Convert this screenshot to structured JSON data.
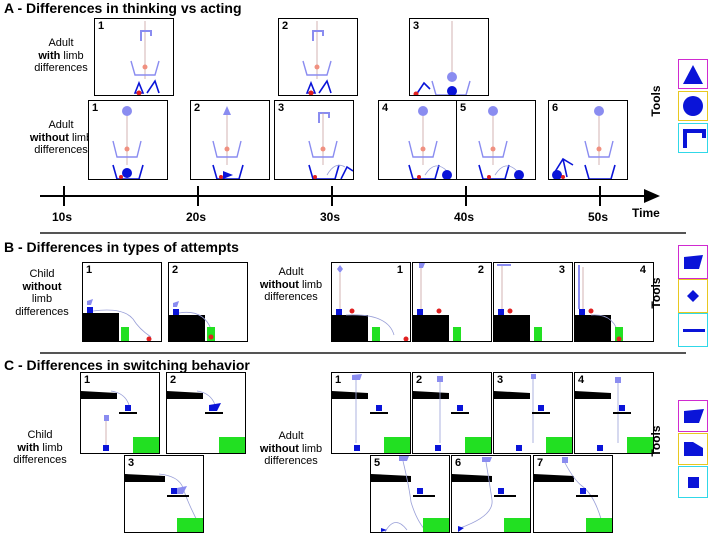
{
  "sections": {
    "a": {
      "title": "A - Differences in thinking vs acting"
    },
    "b": {
      "title": "B - Differences in types of attempts"
    },
    "c": {
      "title": "C - Differences in switching behavior"
    }
  },
  "row_labels": {
    "a_with": {
      "line1": "Adult",
      "strong": "with",
      "rest": " limb",
      "line3": "differences"
    },
    "a_without": {
      "line1": "Adult",
      "strong": "without",
      "rest": " limb",
      "line3": "differences"
    },
    "b_child": {
      "line1": "Child",
      "strong": "without",
      "rest": " limb",
      "line3": "differences"
    },
    "b_adult": {
      "line1": "Adult",
      "strong": "without",
      "rest": " limb",
      "line3": "differences"
    },
    "c_child": {
      "line1": "Child",
      "strong": "with",
      "rest": " limb",
      "line3": "differences"
    },
    "c_adult": {
      "line1": "Adult",
      "strong": "without",
      "rest": " limb",
      "line3": "differences"
    }
  },
  "panel_numbers": {
    "a_top": [
      "1",
      "2",
      "3"
    ],
    "a_bottom": [
      "1",
      "2",
      "3",
      "4",
      "5",
      "6"
    ],
    "b_child": [
      "1",
      "2"
    ],
    "b_adult": [
      "1",
      "2",
      "3",
      "4"
    ],
    "c_child": [
      "1",
      "2",
      "3"
    ],
    "c_adult": [
      "1",
      "2",
      "3",
      "4",
      "5",
      "6",
      "7"
    ]
  },
  "timeline": {
    "ticks": [
      "10s",
      "20s",
      "30s",
      "40s",
      "50s"
    ],
    "axis_label": "Time"
  },
  "tools_label": "Tools",
  "tools": {
    "a": [
      "triangle-tool-icon",
      "circle-tool-icon",
      "hook-tool-icon"
    ],
    "b": [
      "wedge-tool-icon",
      "diamond-tool-icon",
      "bar-tool-icon"
    ],
    "c": [
      "wedge-tool-icon",
      "slant-tool-icon",
      "square-tool-icon"
    ]
  },
  "colors": {
    "tool1": "#d02ad0",
    "tool2": "#e8c820",
    "tool3": "#30d8e8",
    "object": "#0a14d8",
    "light_object": "#8a8cf0",
    "goal": "#22e022",
    "ball": "#e02020",
    "ground": "#1a6b1a"
  }
}
